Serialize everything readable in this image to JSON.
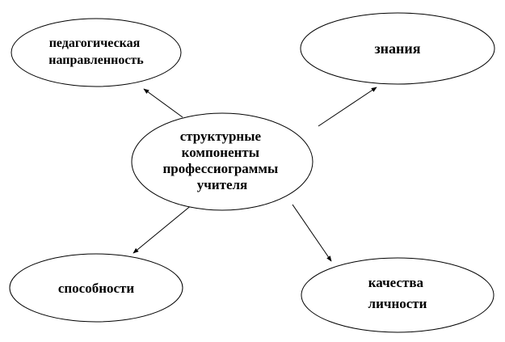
{
  "diagram": {
    "center": {
      "lines": [
        "структурные",
        "компоненты",
        "профессиограммы",
        "учителя"
      ]
    },
    "nodes": [
      {
        "id": "pedagogical-orientation",
        "lines": [
          "педагогическая",
          "направленность"
        ]
      },
      {
        "id": "knowledge",
        "lines": [
          "знания"
        ]
      },
      {
        "id": "abilities",
        "lines": [
          "способности"
        ]
      },
      {
        "id": "personality-qualities",
        "lines": [
          "качества",
          "личности"
        ]
      }
    ]
  }
}
